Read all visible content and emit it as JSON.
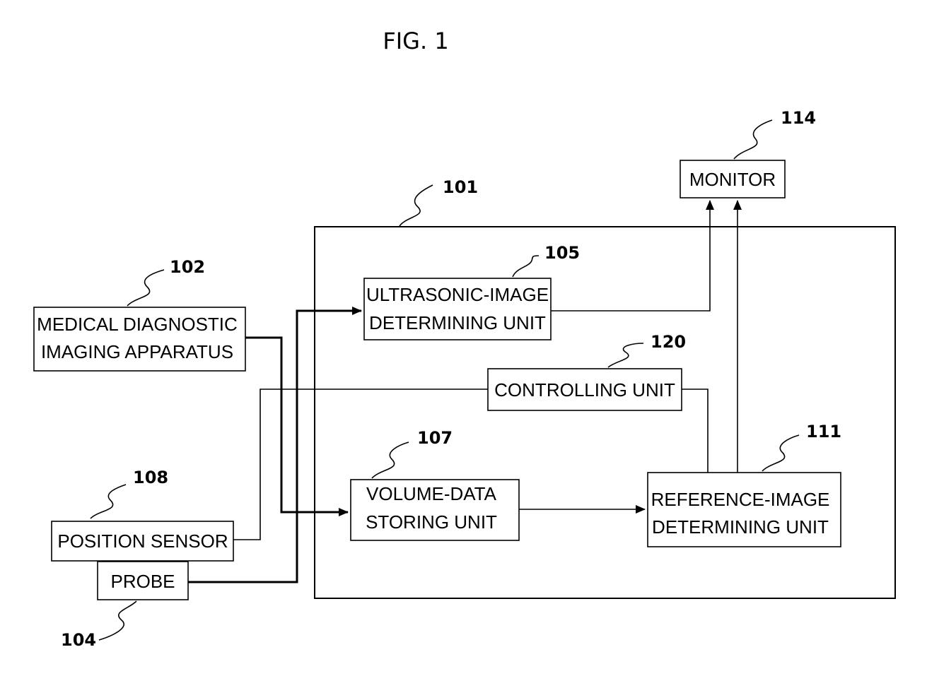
{
  "figure": {
    "title": "FIG. 1"
  },
  "blocks": {
    "main_unit": {
      "ref": "101"
    },
    "medical": {
      "ref": "102",
      "line1": "MEDICAL DIAGNOSTIC",
      "line2": "IMAGING APPARATUS"
    },
    "probe": {
      "ref": "104",
      "line1": "PROBE"
    },
    "ultrasonic": {
      "ref": "105",
      "line1": "ULTRASONIC-IMAGE",
      "line2": "DETERMINING UNIT"
    },
    "volume": {
      "ref": "107",
      "line1": "VOLUME-DATA",
      "line2": "STORING UNIT"
    },
    "position": {
      "ref": "108",
      "line1": "POSITION SENSOR"
    },
    "reference": {
      "ref": "111",
      "line1": "REFERENCE-IMAGE",
      "line2": "DETERMINING UNIT"
    },
    "monitor": {
      "ref": "114",
      "line1": "MONITOR"
    },
    "controlling": {
      "ref": "120",
      "line1": "CONTROLLING UNIT"
    }
  }
}
